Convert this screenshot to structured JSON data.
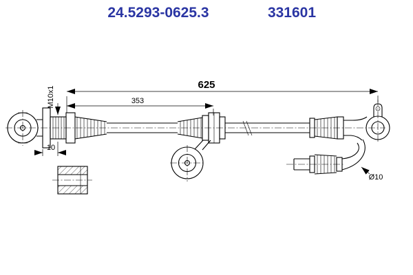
{
  "header": {
    "part_number": "24.5293-0625.3",
    "reference_number": "331601"
  },
  "annotations": {
    "overall_length_label": "625",
    "segment_length_label": "353",
    "bracket_thickness_label": "10",
    "thread_label": "M10x1",
    "diameter_label": "Ø10"
  },
  "colors": {
    "header_text": "#2a35a3",
    "line": "#000000",
    "background": "#ffffff"
  }
}
